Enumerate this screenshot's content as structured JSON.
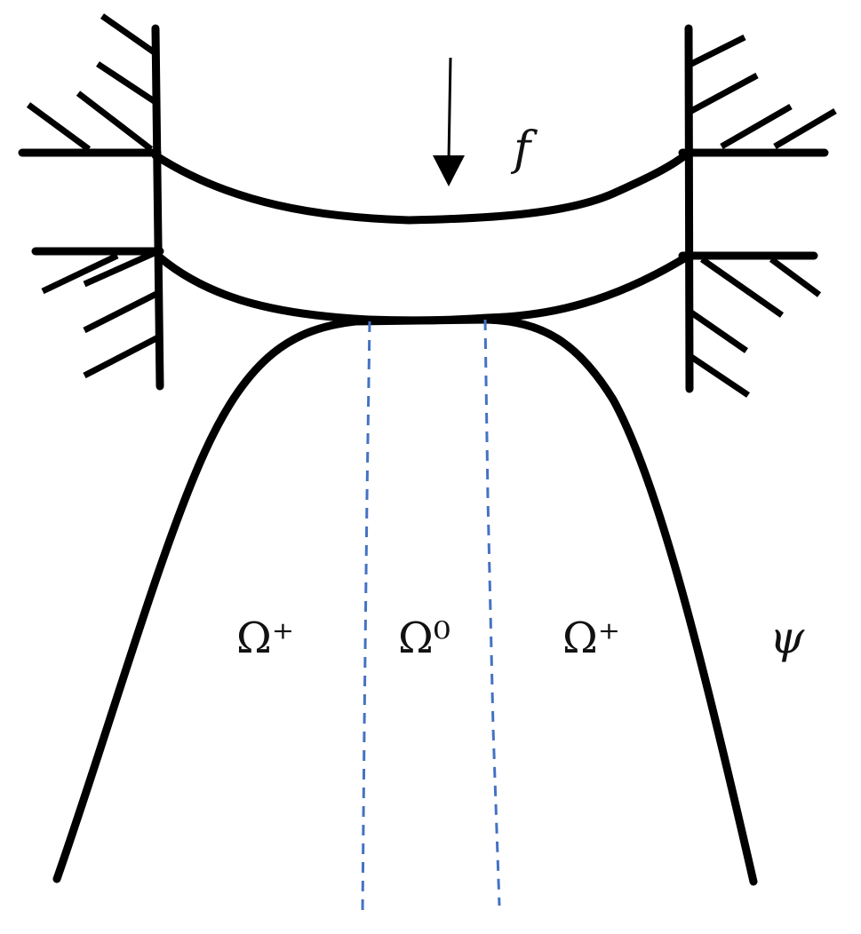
{
  "labels": {
    "force": "f",
    "region_left": "Ω⁺",
    "region_center": "Ω⁰",
    "region_right": "Ω⁺",
    "obstacle": "ψ"
  },
  "colors": {
    "stroke": "#000000",
    "contact_boundary": "#4472C4",
    "background": "#ffffff"
  }
}
